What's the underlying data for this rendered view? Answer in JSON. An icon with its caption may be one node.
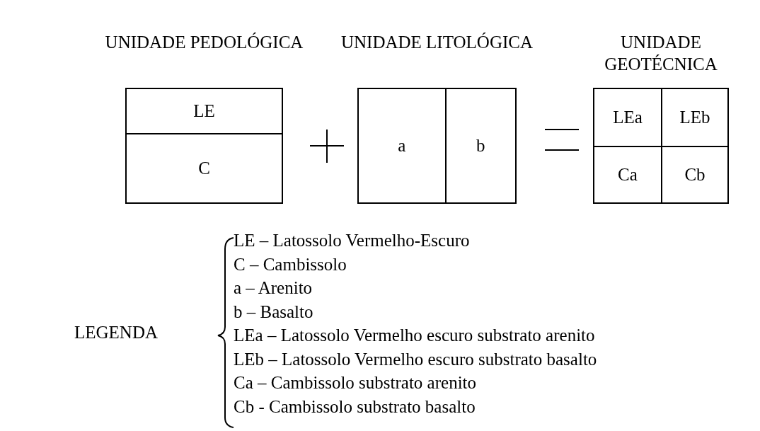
{
  "diagram": {
    "nodes": [
      {
        "text": [
          "UNIDADE PEDOLÓGICA"
        ]
      },
      {
        "text": [
          "LE"
        ],
        "in": 0
      },
      {
        "text": [
          "C"
        ],
        "in": 0
      },
      {
        "text": [
          "UNIDADE LITOLÓGICA"
        ]
      },
      {
        "text": [
          "a"
        ],
        "in": 3
      },
      {
        "text": [
          "b"
        ],
        "in": 3
      },
      {
        "text": [
          "UNIDADE GEOTÉCNICA"
        ]
      },
      {
        "text": [
          "LEa"
        ],
        "in": 6
      },
      {
        "text": [
          "LEb"
        ],
        "in": 6
      },
      {
        "text": [
          "Ca"
        ],
        "in": 6
      },
      {
        "text": [
          "Cb"
        ],
        "in": 6
      }
    ],
    "labels": [
      "LEGENDA",
      "LE – Latossolo Vermelho-Escuro",
      "C – Cambissolo",
      "a – Arenito",
      "b – Basalto",
      "LEa – Latossolo Vermelho escuro substrato arenito",
      "LEb – Latossolo Vermelho escuro substrato basalto",
      "Ca – Cambissolo substrato arenito",
      "Cb - Cambissolo substrato basalto"
    ]
  }
}
